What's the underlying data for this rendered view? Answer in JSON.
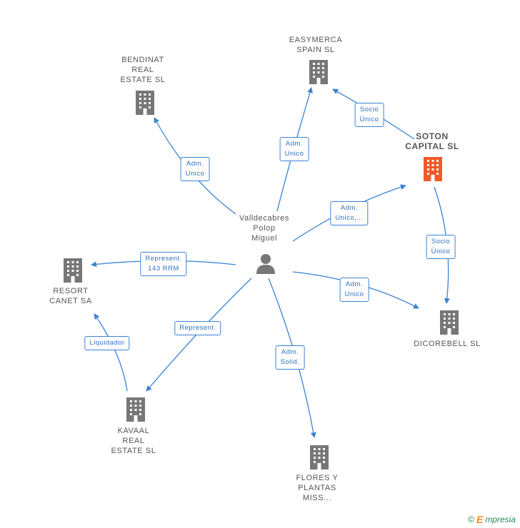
{
  "colors": {
    "edge": "#3b82d6",
    "node": "#777777",
    "highlight": "#f05a28"
  },
  "nodes": {
    "center": {
      "lines": [
        "Valldecabres",
        "Polop",
        "Miguel"
      ],
      "icon": "person-icon"
    },
    "bendinat": {
      "lines": [
        "BENDINAT",
        "REAL",
        "ESTATE SL"
      ],
      "icon": "building-icon"
    },
    "easymerca": {
      "lines": [
        "EASYMERCA",
        "SPAIN SL"
      ],
      "icon": "building-icon"
    },
    "soton": {
      "lines": [
        "SOTON",
        "CAPITAL SL"
      ],
      "icon": "building-icon",
      "highlight": true
    },
    "resort": {
      "lines": [
        "RESORT",
        "CANET SA"
      ],
      "icon": "building-icon"
    },
    "dicorebell": {
      "lines": [
        "DICOREBELL SL"
      ],
      "icon": "building-icon"
    },
    "kavaal": {
      "lines": [
        "KAVAAL",
        "REAL",
        "ESTATE SL"
      ],
      "icon": "building-icon"
    },
    "flores": {
      "lines": [
        "FLORES Y",
        "PLANTAS",
        "MISS..."
      ],
      "icon": "building-icon"
    }
  },
  "edges": [
    {
      "id": "center-bendinat",
      "label": [
        "Adm.",
        "Unico"
      ]
    },
    {
      "id": "center-easymerca",
      "label": [
        "Adm.",
        "Unico"
      ]
    },
    {
      "id": "soton-easymerca",
      "label": [
        "Socio",
        "Único"
      ]
    },
    {
      "id": "center-soton",
      "label": [
        "Adm.",
        "Unico,..."
      ]
    },
    {
      "id": "soton-dicorebell",
      "label": [
        "Socio",
        "Único"
      ]
    },
    {
      "id": "center-resort",
      "label": [
        "Represent.",
        "143 RRM"
      ]
    },
    {
      "id": "center-dicorebell",
      "label": [
        "Adm.",
        "Unico"
      ]
    },
    {
      "id": "center-kavaal",
      "label": [
        "Represent."
      ]
    },
    {
      "id": "kavaal-resort",
      "label": [
        "Liquidador"
      ]
    },
    {
      "id": "center-flores",
      "label": [
        "Adm.",
        "Solid."
      ]
    }
  ],
  "footer": {
    "copyright": "©",
    "brand_initial": "E",
    "brand_rest": "mpresia"
  }
}
